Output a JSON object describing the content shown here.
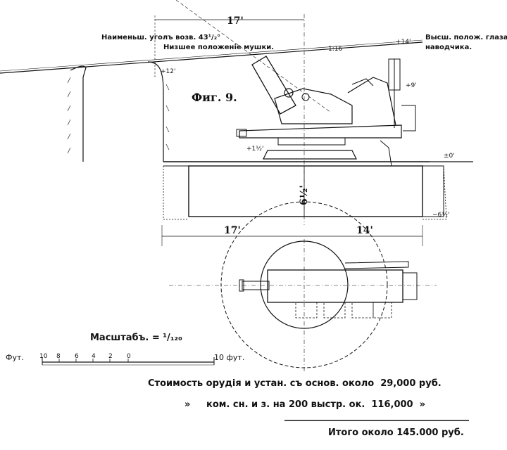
{
  "figure": {
    "title": "Фиг. 9.",
    "labels": {
      "min_elevation": "Наименьш. уголъ возв. 43¹/₂°",
      "lowest_sight": "Низшее положеніе мушки.",
      "highest_eye": "Высш. полож. глаза",
      "highest_eye_2": "наводчика.",
      "slope": "1:16",
      "level_14": "+14'",
      "level_12": "+12'",
      "level_9": "+9'",
      "level_1_5": "+1½'",
      "level_0": "±0'",
      "level_minus_6_5": "−6½'",
      "depth": "6½'"
    },
    "dimensions": {
      "top_span": "17'",
      "bottom_left": "17'",
      "bottom_right": "14'"
    }
  },
  "scale": {
    "title": "Масштабъ. = ¹/₁₂₀",
    "unit_left": "Фут.",
    "unit_right": "10 фут.",
    "ticks": [
      "10",
      "8",
      "6",
      "4",
      "2",
      "0"
    ]
  },
  "cost": {
    "line1_text": "Стоимость орудія и устан. съ основ. около",
    "line1_value": "29,000 руб.",
    "line2_mark": "»",
    "line2_text": "ком. сн. и з. на 200 выстр. ок.",
    "line2_value": "116,000",
    "line2_end": "»",
    "total": "Итого около 145.000 руб."
  }
}
